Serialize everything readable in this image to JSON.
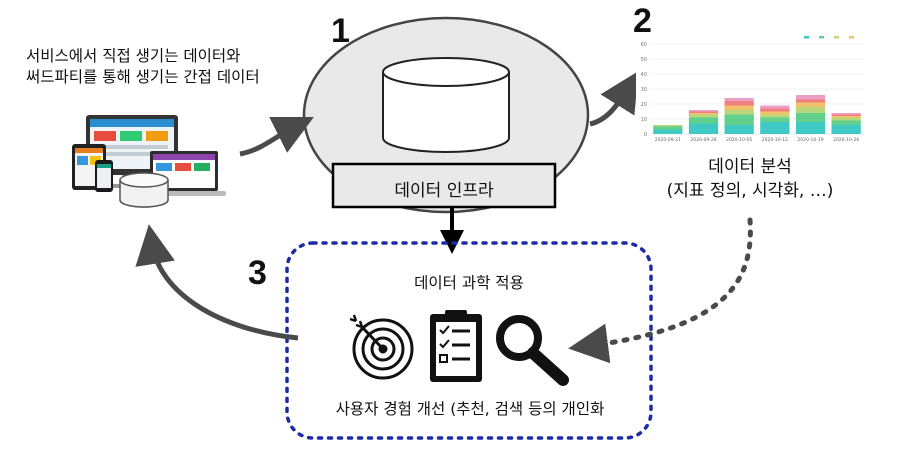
{
  "source": {
    "line1": "서비스에서 직접 생기는 데이터와",
    "line2": "써드파티를 통해 생기는 간접 데이터"
  },
  "steps": {
    "one": "1",
    "two": "2",
    "three": "3"
  },
  "infra": {
    "label": "데이터 인프라"
  },
  "analysis": {
    "title": "데이터 분석",
    "subtitle": "(지표 정의, 시각화, …)"
  },
  "application": {
    "title": "데이터 과학 적용",
    "caption": "사용자 경험 개선 (추천, 검색 등의 개인화"
  },
  "chart_data": {
    "type": "bar",
    "stacked": true,
    "categories": [
      "2020-09-21",
      "2020-09-28",
      "2020-10-05",
      "2020-10-12",
      "2020-10-19",
      "2020-10-26"
    ],
    "y_ticks": [
      "0",
      "10",
      "20",
      "30",
      "40",
      "50",
      "60"
    ],
    "ylim": [
      0,
      60
    ],
    "grid": true,
    "legend_position": "top-right",
    "series": [
      {
        "values": [
          3,
          7,
          6,
          8,
          8,
          6
        ],
        "color": "#3ec9c4"
      },
      {
        "values": [
          2,
          4,
          7,
          3,
          6,
          3
        ],
        "color": "#62d08d"
      },
      {
        "values": [
          1,
          2,
          3,
          2,
          4,
          2
        ],
        "color": "#b7d77a"
      },
      {
        "values": [
          0,
          1,
          3,
          2,
          3,
          1
        ],
        "color": "#f2c16b"
      },
      {
        "values": [
          0,
          1,
          3,
          2,
          2,
          1
        ],
        "color": "#ef7f80"
      },
      {
        "values": [
          0,
          1,
          2,
          2,
          3,
          1
        ],
        "color": "#e9a0c4"
      }
    ]
  }
}
